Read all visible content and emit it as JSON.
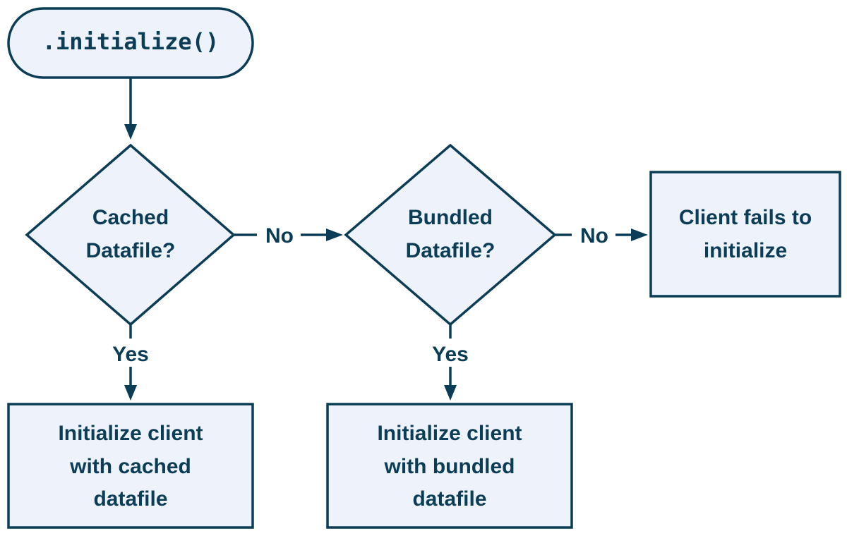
{
  "start": {
    "label": ".initialize()"
  },
  "decision_cached": {
    "line1": "Cached",
    "line2": "Datafile?"
  },
  "decision_bundled": {
    "line1": "Bundled",
    "line2": "Datafile?"
  },
  "outcome_fail": {
    "line1": "Client fails to",
    "line2": "initialize"
  },
  "outcome_cached": {
    "line1": "Initialize client",
    "line2": "with cached",
    "line3": "datafile"
  },
  "outcome_bundled": {
    "line1": "Initialize client",
    "line2": "with bundled",
    "line3": "datafile"
  },
  "edges": {
    "cached_no": "No",
    "bundled_no": "No",
    "cached_yes": "Yes",
    "bundled_yes": "Yes"
  },
  "colors": {
    "stroke": "#0c3d57",
    "fill": "#eef3fb",
    "text": "#0c3d57"
  }
}
